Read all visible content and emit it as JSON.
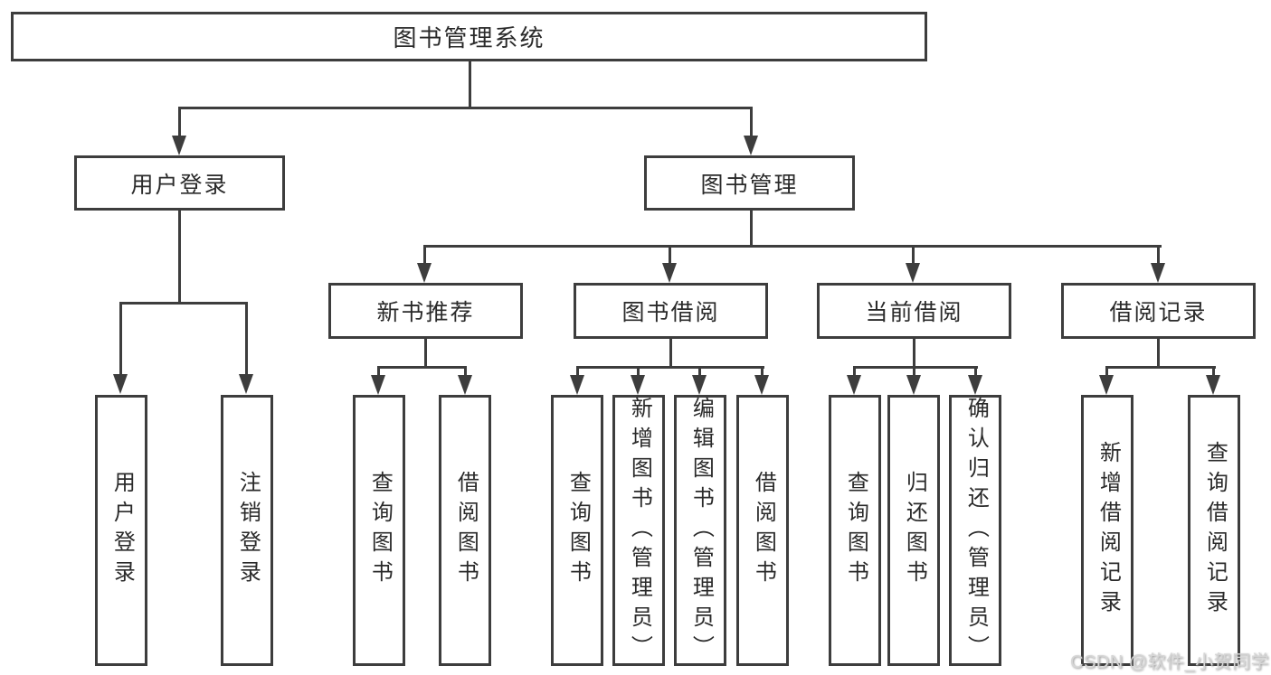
{
  "diagram": {
    "title": "图书管理系统",
    "root": "图书管理系统",
    "level2": [
      "用户登录",
      "图书管理"
    ],
    "level3": [
      "新书推荐",
      "图书借阅",
      "当前借阅",
      "借阅记录"
    ],
    "leaves_user_login": [
      "用户登录",
      "注销登录"
    ],
    "leaves_new_book": [
      "查询图书",
      "借阅图书"
    ],
    "leaves_book_borrow": [
      "查询图书",
      "新增图书（管理员）",
      "编辑图书（管理员）",
      "借阅图书"
    ],
    "leaves_current_borrow": [
      "查询图书",
      "归还图书",
      "确认归还（管理员）"
    ],
    "leaves_borrow_records": [
      "新增借阅记录",
      "查询借阅记录"
    ],
    "line_color": "#3d3d3d",
    "watermark": "CSDN @软件_小贺同学"
  }
}
